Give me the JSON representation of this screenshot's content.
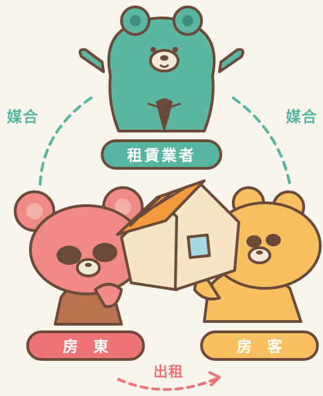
{
  "roles": {
    "agent": "租賃業者",
    "landlord": "房東",
    "tenant": "房客"
  },
  "relations": {
    "left": "媒合",
    "right": "媒合",
    "bottom": "出租"
  },
  "colors": {
    "background": "#faf5ec",
    "agent_green": "#55b5a0",
    "landlord_pink": "#ee7377",
    "tenant_orange": "#f6bf5f",
    "outline_brown": "#6b4a3a"
  }
}
